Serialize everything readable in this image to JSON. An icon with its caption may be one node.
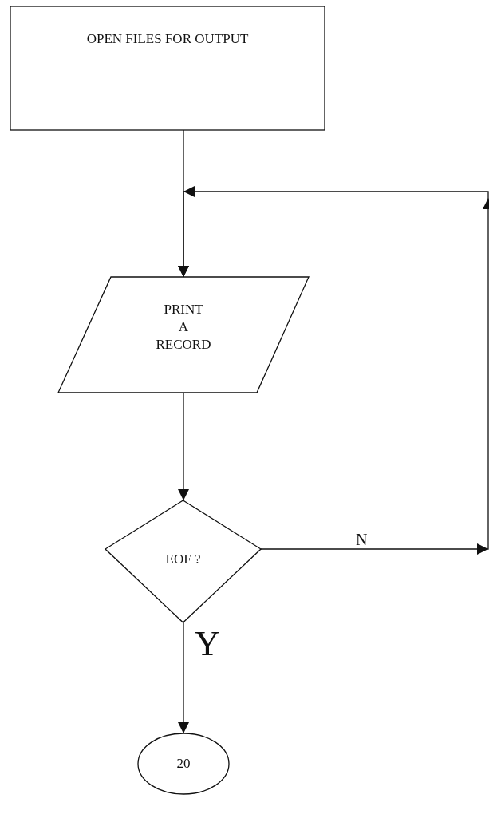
{
  "diagram": {
    "nodes": [
      {
        "text": [
          "OPEN FILES FOR OUTPUT"
        ]
      },
      {
        "text": [
          "PRINT A RECORD"
        ]
      },
      {
        "text": [
          "EOF ?"
        ]
      },
      {
        "text": [
          "20"
        ]
      }
    ],
    "edges": [
      {
        "from": 0,
        "to": 1,
        "arrow": "to"
      },
      {
        "from": 1,
        "to": 2,
        "arrow": "to"
      },
      {
        "from": 2,
        "to": 1,
        "arrow": "to",
        "label": "N"
      },
      {
        "from": 2,
        "to": 3,
        "arrow": "to",
        "label": "Y"
      }
    ]
  }
}
